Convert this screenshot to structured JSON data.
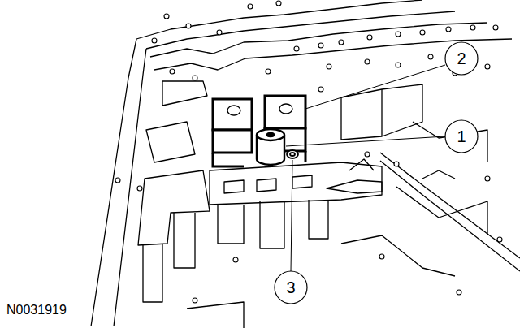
{
  "diagram": {
    "labels": [
      "2",
      "1",
      "3",
      "N0031919"
    ]
  }
}
